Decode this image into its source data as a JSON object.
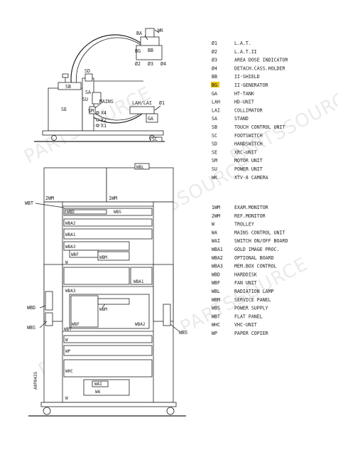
{
  "watermark": "PARTSSOURCE",
  "highlight_color": "#e8c400",
  "doc_id": "A0P0435",
  "upper_labels": {
    "wk": "WK",
    "ba": "BA",
    "bg": "BG",
    "bb": "BB",
    "n02": "Ø2",
    "n03": "Ø3",
    "n04": "Ø4",
    "sd": "SD",
    "sb": "SB",
    "sa": "SA",
    "su": "SU",
    "se": "SE",
    "sm": "SM",
    "mains": "MAINS",
    "x4": "X4",
    "x2": "X2",
    "x1": "X1",
    "lah_lai": "LAH/LAI",
    "n01": "Ø1",
    "ga": "GA",
    "sc": "SC"
  },
  "lower_labels": {
    "wbl": "WBL",
    "wm2": "2WM",
    "wm1": "1WM",
    "wbt_left": "WBT",
    "wbd_inner": "WBD",
    "wbs_inner": "WBS",
    "wba2_top": "WBA2",
    "wba1_top": "WBA1",
    "wba3_top": "WBA3",
    "wbf_top": "WBF",
    "wbm_top": "WBM",
    "w_a": "W",
    "wba1_mid": "WBA1",
    "wba3_mid": "WBA3",
    "wbm_mid": "WBM",
    "wbd_left": "WBD",
    "wbs_left": "WBS",
    "wbf_bot": "WBF",
    "wba2_bot": "WBA2",
    "wbs_right": "WBS",
    "wbt_bot": "WBT",
    "w_b": "W",
    "wp": "WP",
    "whc": "WHC",
    "wai": "WAI",
    "wa": "WA",
    "w_c": "W"
  },
  "legend_top": [
    {
      "code": "Ø1",
      "desc": "L.A.T."
    },
    {
      "code": "Ø2",
      "desc": "L.A.T.II"
    },
    {
      "code": "Ø3",
      "desc": "AREA DOSE INDICATOR"
    },
    {
      "code": "Ø4",
      "desc": "DETACH.CASS.HOLDER"
    },
    {
      "code": "BB",
      "desc": "II-SHIELD"
    },
    {
      "code": "BG",
      "desc": "II-GENERATOR"
    },
    {
      "code": "GA",
      "desc": "HT-TANK"
    },
    {
      "code": "LAH",
      "desc": "HD-UNIT"
    },
    {
      "code": "LAI",
      "desc": "COLLIMATOR"
    },
    {
      "code": "SA",
      "desc": "STAND"
    },
    {
      "code": "SB",
      "desc": "TOUCH CONTROL UNIT"
    },
    {
      "code": "SC",
      "desc": "FOOTSWITCH"
    },
    {
      "code": "SD",
      "desc": "HANDSWITCH"
    },
    {
      "code": "SE",
      "desc": "XRC-UNIT"
    },
    {
      "code": "SM",
      "desc": "MOTOR UNIT"
    },
    {
      "code": "SU",
      "desc": "POWER UNIT"
    },
    {
      "code": "WK",
      "desc": "XTV-8 CAMERA"
    }
  ],
  "legend_bottom": [
    {
      "code": "1WM",
      "desc": "EXAM.MONITOR"
    },
    {
      "code": "2WM",
      "desc": "REF.MONITOR"
    },
    {
      "code": "W",
      "desc": "TROLLEY"
    },
    {
      "code": "WA",
      "desc": "MAINS CONTROL UNIT"
    },
    {
      "code": "WAI",
      "desc": "SWITCH ON/OFF BOARD"
    },
    {
      "code": "WBA1",
      "desc": "GOLD IMAGE PROC."
    },
    {
      "code": "WBA2",
      "desc": "OPTIONAL BOARD"
    },
    {
      "code": "WBA3",
      "desc": "MEM.BOX CONTROL"
    },
    {
      "code": "WBD",
      "desc": "HARDDISK"
    },
    {
      "code": "WBF",
      "desc": "FAN UNIT"
    },
    {
      "code": "WBL",
      "desc": "RADIATION LAMP"
    },
    {
      "code": "WBM",
      "desc": "SERVICE PANEL"
    },
    {
      "code": "WBS",
      "desc": "POWER SUPPLY"
    },
    {
      "code": "WBT",
      "desc": "FLAT PANEL"
    },
    {
      "code": "WHC",
      "desc": "VHC-UNIT"
    },
    {
      "code": "WP",
      "desc": "PAPER COPIER"
    }
  ]
}
